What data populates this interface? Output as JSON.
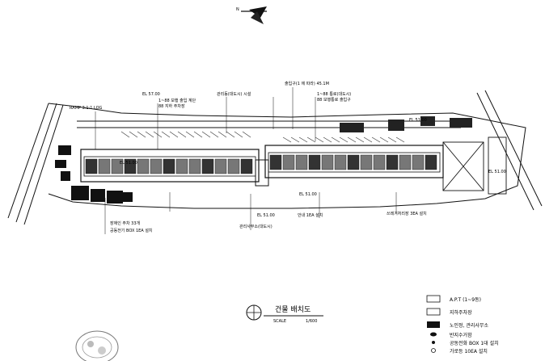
{
  "north_label": "N",
  "callouts_top": [
    {
      "text": "RAMP 3.1:1 LOG"
    },
    {
      "text": "출입구(1 에 따라) 45.1M"
    },
    {
      "text": "관리동(대도시) 시설"
    },
    {
      "text": "1~88 보행 출입 계단"
    },
    {
      "text": "88 지하 주차장"
    },
    {
      "text": "1~88 통로(대도시)"
    },
    {
      "text": "88 보행통로 출입구"
    }
  ],
  "callouts_bottom": [
    {
      "text": "장애인 주차 33개"
    },
    {
      "text": "공동전기 BOX 1EA 설치"
    },
    {
      "text": "관리사무소(대도시)"
    },
    {
      "text": "안내 1EA 설치"
    },
    {
      "text": "쓰레기처리장 3EA 설치"
    }
  ],
  "levels": [
    "EL 57.00",
    "EL 51.00",
    "EL 51.00",
    "EL 51.00",
    "EL 51.00",
    "EL 51.00"
  ],
  "plan_title": "건물 배치도",
  "scale_left": "SCALE",
  "scale_right": "1/600",
  "legend": [
    {
      "swatch": "white",
      "label": "A.P.T (1~9동)"
    },
    {
      "swatch": "white",
      "label": "지하주차장"
    },
    {
      "swatch": "black",
      "label": "노인정, 관리사무소"
    },
    {
      "swatch": "oval",
      "label": "반지수거함"
    },
    {
      "swatch": "dot",
      "label": "공동전화 BOX 1대 설치"
    },
    {
      "swatch": "circle",
      "label": "가로등 10EA 설치"
    }
  ]
}
